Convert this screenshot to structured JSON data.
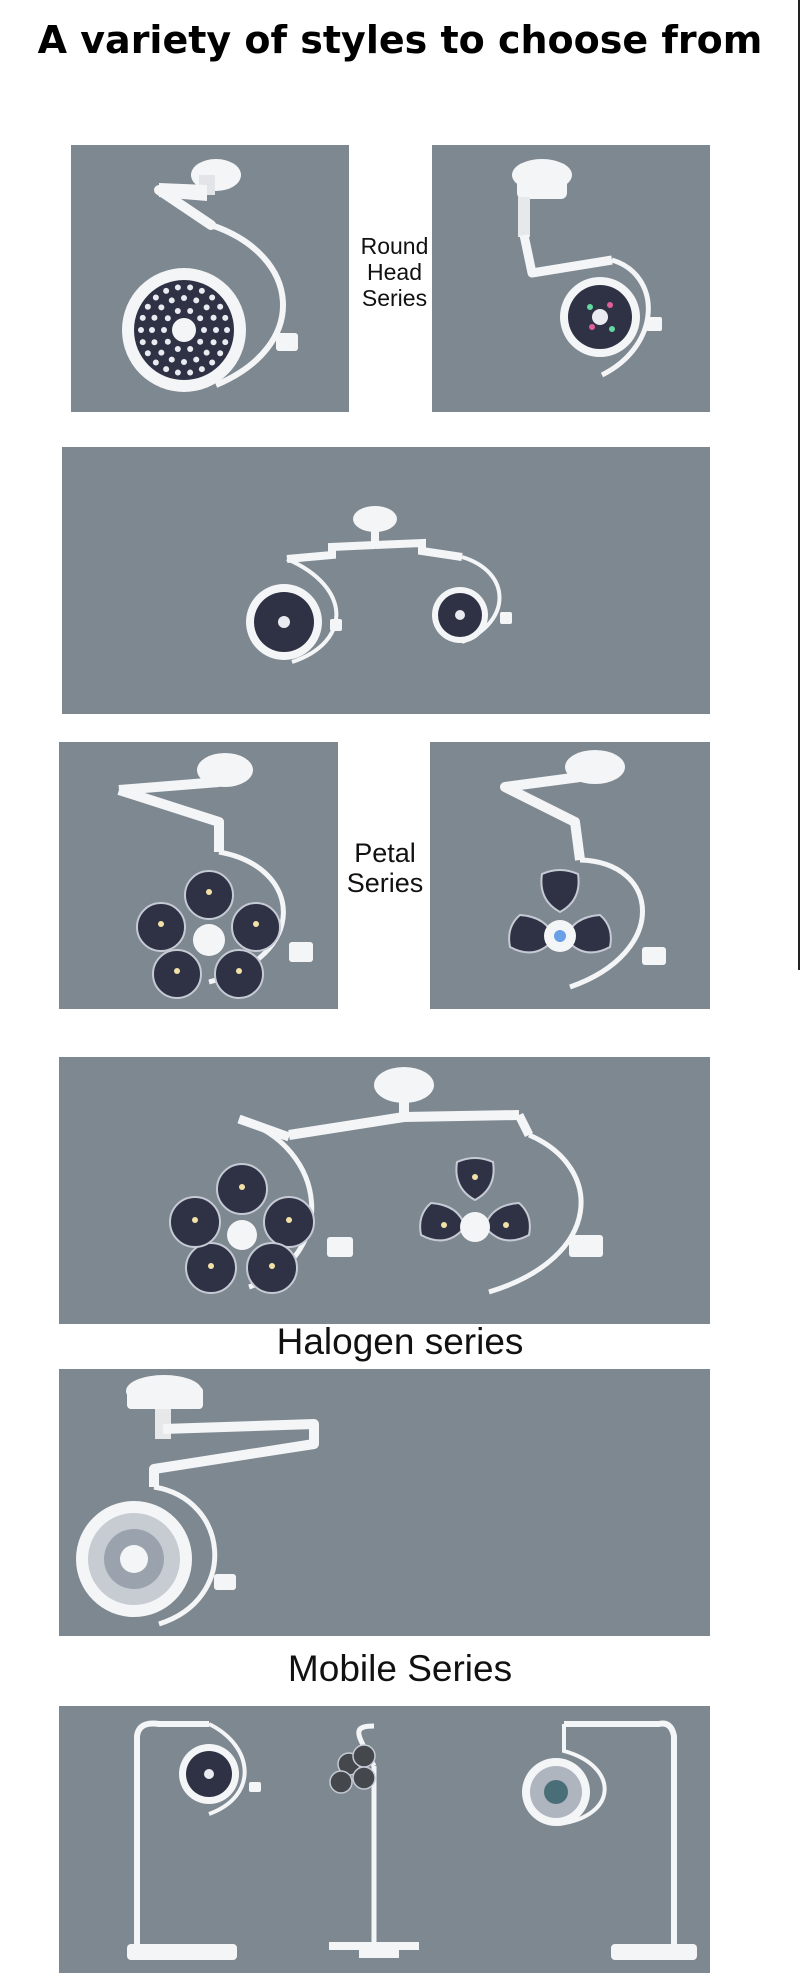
{
  "page": {
    "title": "A variety of styles to choose from"
  },
  "sections": {
    "round_head": {
      "label_line1": "Round",
      "label_line2": "Head",
      "label_line3": "Series"
    },
    "petal": {
      "label_line1": "Petal",
      "label_line2": "Series"
    },
    "halogen": {
      "label": "Halogen series"
    },
    "mobile": {
      "label": "Mobile Series"
    }
  },
  "colors": {
    "panel_bg": "#7e8891",
    "lamp_white": "#f4f5f6",
    "lamp_dark": "#2e3244",
    "led": "#e9ebf0",
    "led_warm": "#f2e2a8"
  }
}
